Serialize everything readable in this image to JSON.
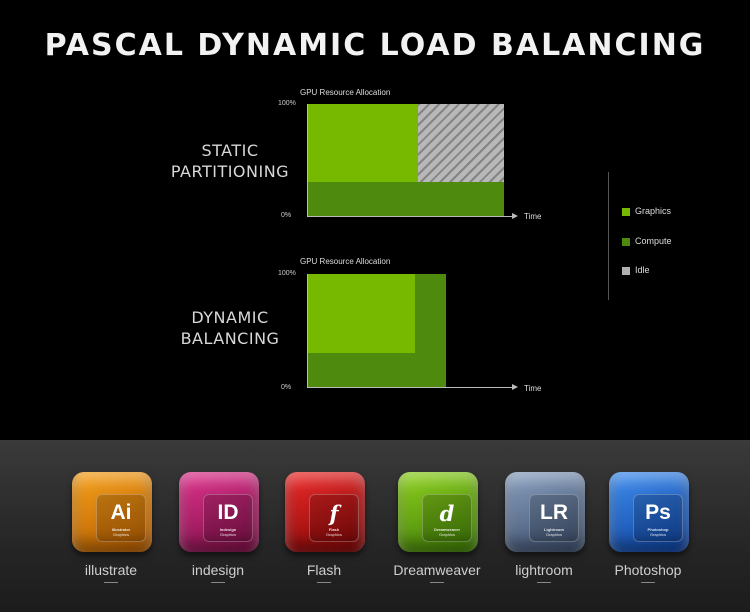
{
  "title": "PASCAL DYNAMIC LOAD BALANCING",
  "chart_data": [
    {
      "type": "area",
      "row_label": [
        "STATIC",
        "PARTITIONING"
      ],
      "title": "GPU Resource Allocation",
      "y_ticks": [
        "100%",
        "0%"
      ],
      "xlabel": "Time",
      "ylim": [
        0,
        100
      ],
      "xlim": [
        0,
        1
      ],
      "series": [
        {
          "name": "Graphics",
          "x": [
            0,
            0.56
          ],
          "y": [
            100,
            100
          ],
          "y_base": 30,
          "color": "#76b900"
        },
        {
          "name": "Idle",
          "x": [
            0.56,
            1.0
          ],
          "y": [
            100,
            100
          ],
          "y_base": 30,
          "color": "#b8b8b8"
        },
        {
          "name": "Compute",
          "x": [
            0,
            1.0
          ],
          "y": [
            30,
            30
          ],
          "y_base": 0,
          "color": "#4e8a0e"
        }
      ]
    },
    {
      "type": "area",
      "row_label": [
        "DYNAMIC",
        "BALANCING"
      ],
      "title": "GPU Resource Allocation",
      "y_ticks": [
        "100%",
        "0%"
      ],
      "xlabel": "Time",
      "ylim": [
        0,
        100
      ],
      "xlim": [
        0,
        1
      ],
      "series": [
        {
          "name": "Compute",
          "x": [
            0,
            0.67
          ],
          "y": [
            100,
            100
          ],
          "y_base": 0,
          "color": "#4e8a0e"
        },
        {
          "name": "Graphics",
          "x": [
            0,
            0.52
          ],
          "y": [
            100,
            100
          ],
          "y_base": 30,
          "color": "#76b900"
        }
      ]
    }
  ],
  "legend": {
    "placement": "right",
    "items": [
      {
        "label": "Graphics",
        "color": "#76b900"
      },
      {
        "label": "Compute",
        "color": "#4e8a0e"
      },
      {
        "label": "Idle",
        "color": "#b0b0b0"
      }
    ]
  },
  "apps": [
    {
      "glyph": "Ai",
      "sub1": "Illustrator",
      "sub2": "Graphics",
      "label": "illustrate",
      "icon": "illustrator-icon",
      "color_top": "#f7a21b",
      "color_bottom": "#b35a00"
    },
    {
      "glyph": "ID",
      "sub1": "Indesign",
      "sub2": "Graphics",
      "label": "indesign",
      "icon": "indesign-icon",
      "color_top": "#e0338d",
      "color_bottom": "#7a0e45"
    },
    {
      "glyph": "f",
      "sub1": "Flash",
      "sub2": "Graphics",
      "label": "Flash",
      "icon": "flash-icon",
      "color_top": "#ef2a2a",
      "color_bottom": "#7d0606"
    },
    {
      "glyph": "d",
      "sub1": "Dreamweaver",
      "sub2": "Graphics",
      "label": "Dreamweaver",
      "icon": "dreamweaver-icon",
      "color_top": "#8fd21f",
      "color_bottom": "#3c7a06"
    },
    {
      "glyph": "LR",
      "sub1": "Lightroom",
      "sub2": "Graphics",
      "label": "lightroom",
      "icon": "lightroom-icon",
      "color_top": "#8aa0c0",
      "color_bottom": "#3a4c6a"
    },
    {
      "glyph": "Ps",
      "sub1": "Photoshop",
      "sub2": "Graphics",
      "label": "Photoshop",
      "icon": "photoshop-icon",
      "color_top": "#3f8ef0",
      "color_bottom": "#0d3f9a"
    }
  ]
}
